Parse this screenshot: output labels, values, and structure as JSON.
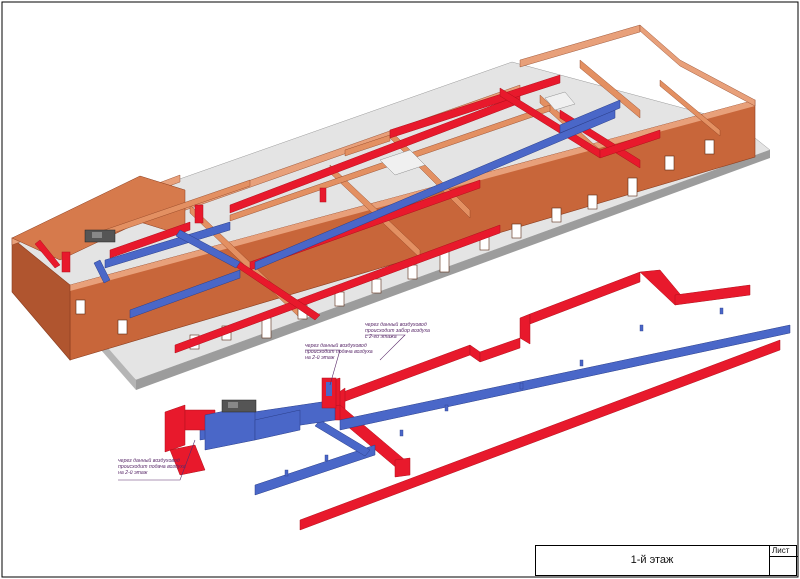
{
  "drawing": {
    "sheet_name": "1-й этаж",
    "sheet_label": "Лист"
  },
  "annotations": [
    {
      "text": "через данный воздуховод\nпроисходит подача воздуха\nна 2-й этаж"
    },
    {
      "text": "через данный воздуховод\nпроисходит забор воздуха\nс 2-го этажа"
    },
    {
      "text": "через данный воздуховод\nпроисходит подача воздуха\nна 2-й этаж"
    }
  ],
  "colors": {
    "supply_duct": "#e8192c",
    "exhaust_duct": "#4a67c8",
    "wall_top": "#e8a07a",
    "wall_side": "#c8663a",
    "floor": "#e6e6e6"
  }
}
